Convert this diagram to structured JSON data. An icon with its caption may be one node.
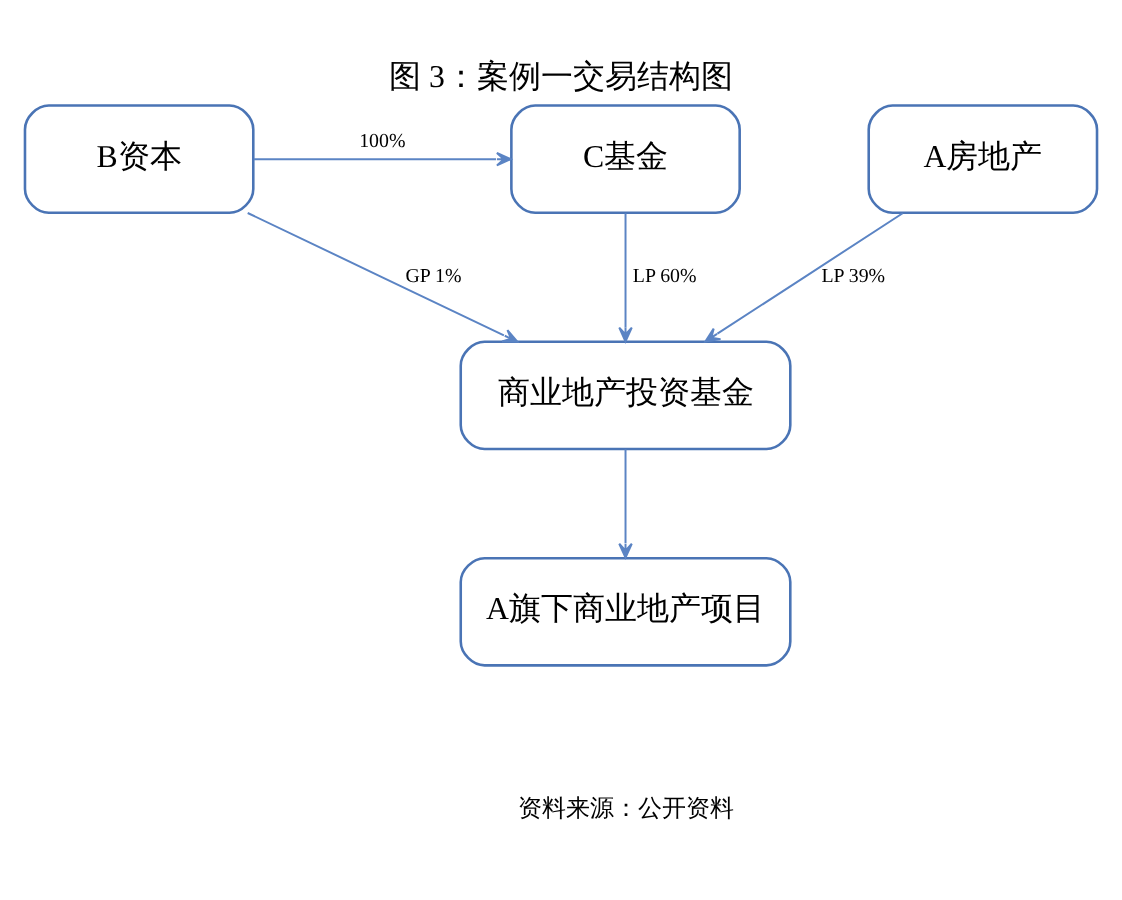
{
  "diagram": {
    "title": "图 3：案例一交易结构图",
    "caption": "资料来源：公开资料",
    "nodes": [
      {
        "text": [
          "B资本"
        ]
      },
      {
        "text": [
          "C基金"
        ]
      },
      {
        "text": [
          "A房地产"
        ]
      },
      {
        "text": [
          "商业地产投资基金"
        ]
      },
      {
        "text": [
          "A旗下商业地产项目"
        ]
      }
    ],
    "edges": [
      {
        "from": 0,
        "to": 1,
        "arrow": "to",
        "label": "100%"
      },
      {
        "from": 0,
        "to": 3,
        "arrow": "to",
        "label": "GP 1%"
      },
      {
        "from": 1,
        "to": 3,
        "arrow": "to",
        "label": "LP 60%"
      },
      {
        "from": 2,
        "to": 3,
        "arrow": "to",
        "label": "LP 39%"
      },
      {
        "from": 3,
        "to": 4,
        "arrow": "to"
      }
    ]
  }
}
